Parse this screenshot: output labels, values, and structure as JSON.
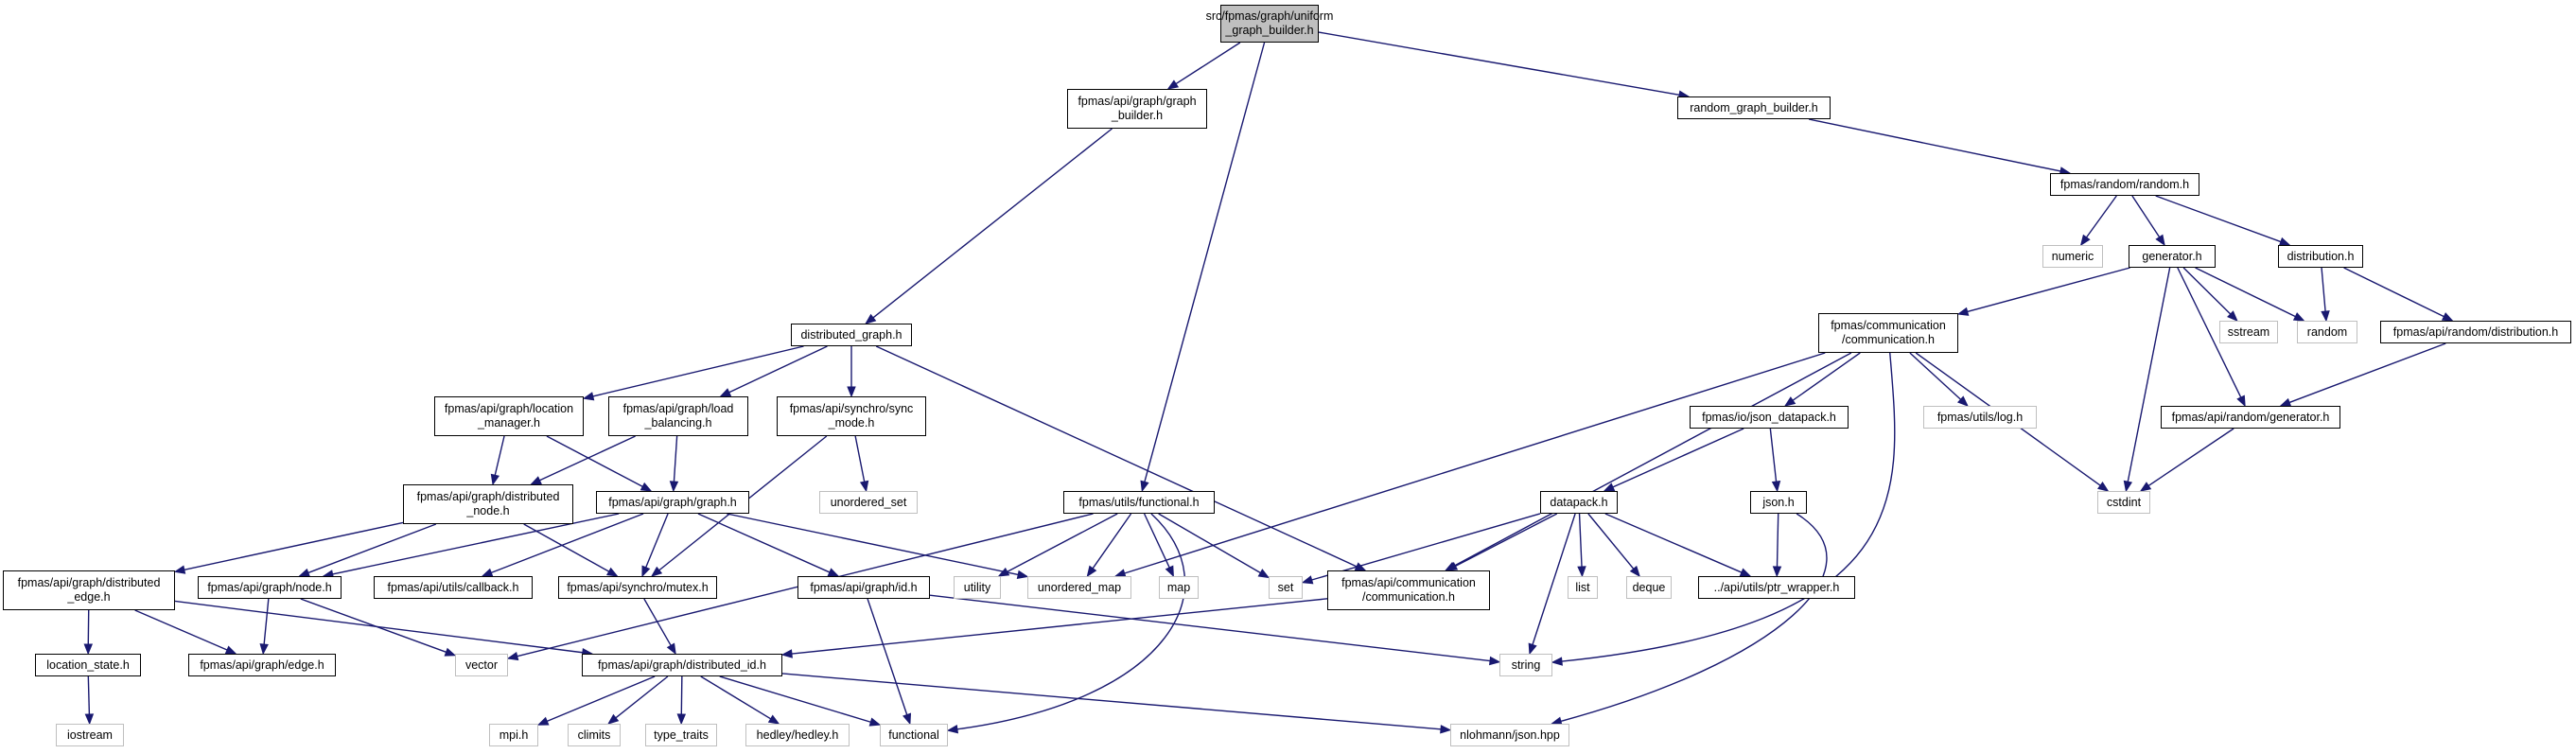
{
  "nodes": {
    "root": "src/fpmas/graph/uniform\n_graph_builder.h",
    "graph_builder": "fpmas/api/graph/graph\n_builder.h",
    "random_graph_builder": "random_graph_builder.h",
    "random_h": "fpmas/random/random.h",
    "numeric": "numeric",
    "generator_h": "generator.h",
    "distribution_h": "distribution.h",
    "sstream": "sstream",
    "random": "random",
    "api_random_distribution": "fpmas/api/random/distribution.h",
    "comm_h": "fpmas/communication\n/communication.h",
    "distributed_graph": "distributed_graph.h",
    "location_manager": "fpmas/api/graph/location\n_manager.h",
    "load_balancing": "fpmas/api/graph/load\n_balancing.h",
    "sync_mode": "fpmas/api/synchro/sync\n_mode.h",
    "json_datapack": "fpmas/io/json_datapack.h",
    "log_h": "fpmas/utils/log.h",
    "api_random_generator": "fpmas/api/random/generator.h",
    "cstdint": "cstdint",
    "unordered_set": "unordered_set",
    "distributed_node": "fpmas/api/graph/distributed\n_node.h",
    "graph_h": "fpmas/api/graph/graph.h",
    "functional_h": "fpmas/utils/functional.h",
    "datapack_h": "datapack.h",
    "json_h": "json.h",
    "distributed_edge": "fpmas/api/graph/distributed\n_edge.h",
    "node_h": "fpmas/api/graph/node.h",
    "callback_h": "fpmas/api/utils/callback.h",
    "mutex_h": "fpmas/api/synchro/mutex.h",
    "id_h": "fpmas/api/graph/id.h",
    "utility": "utility",
    "unordered_map": "unordered_map",
    "map": "map",
    "set": "set",
    "api_comm": "fpmas/api/communication\n/communication.h",
    "list": "list",
    "deque": "deque",
    "ptr_wrapper": "../api/utils/ptr_wrapper.h",
    "location_state": "location_state.h",
    "edge_h": "fpmas/api/graph/edge.h",
    "vector": "vector",
    "distributed_id": "fpmas/api/graph/distributed_id.h",
    "string": "string",
    "iostream": "iostream",
    "mpi_h": "mpi.h",
    "climits": "climits",
    "type_traits": "type_traits",
    "hedley": "hedley/hedley.h",
    "functional": "functional",
    "nlohmann_json": "nlohmann/json.hpp"
  },
  "colors": {
    "edge": "#191970",
    "root_fill": "#bfbfbf",
    "internal_border": "#000000",
    "external_border": "#bfbfbf"
  }
}
